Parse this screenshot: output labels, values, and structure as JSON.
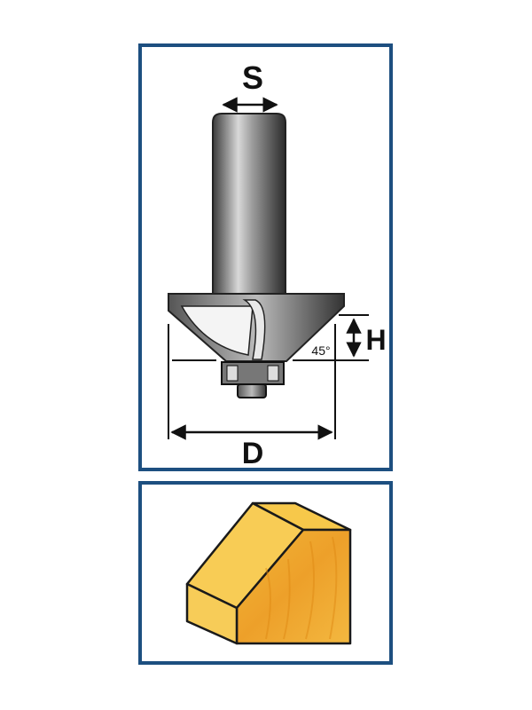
{
  "diagram": {
    "labels": {
      "shank": "S",
      "height": "H",
      "angle": "45°",
      "diameter": "D"
    },
    "colors": {
      "frame": "#1d4f80",
      "wood_light": "#f7c84a",
      "wood_mid": "#f0b032",
      "wood_dark": "#e89a1c",
      "steel": "#6e6e6e"
    }
  }
}
